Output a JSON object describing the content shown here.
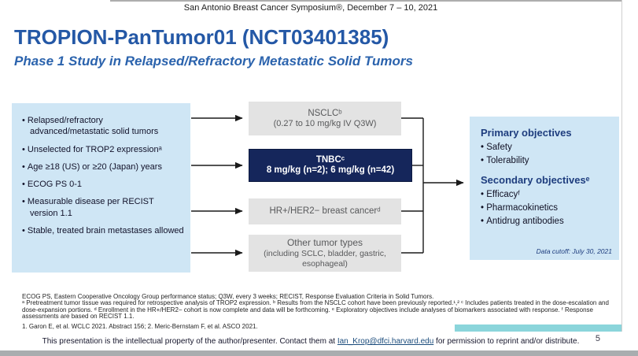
{
  "header": {
    "symposium": "San Antonio Breast Cancer Symposium®, December 7 – 10, 2021"
  },
  "title": "TROPION-PanTumor01 (NCT03401385)",
  "subtitle": "Phase 1 Study in Relapsed/Refractory Metastatic Solid Tumors",
  "eligibility_box": {
    "items": [
      "Relapsed/refractory advanced/metastatic solid tumors",
      "Unselected for TROP2 expressionᵃ",
      "Age ≥18 (US) or ≥20 (Japan) years",
      "ECOG PS 0-1",
      "Measurable disease per RECIST version 1.1",
      "Stable, treated brain metastases allowed"
    ]
  },
  "cohorts": [
    {
      "title": "NSCLCᵇ",
      "detail": "(0.27 to 10 mg/kg IV Q3W)"
    },
    {
      "title": "TNBCᶜ",
      "detail": "8 mg/kg (n=2); 6 mg/kg (n=42)"
    },
    {
      "title": "HR+/HER2− breast cancerᵈ",
      "detail": ""
    },
    {
      "title": "Other tumor types",
      "detail": "(including SCLC, bladder, gastric, esophageal)"
    }
  ],
  "objectives_box": {
    "primary_heading": "Primary objectives",
    "primary_items": [
      "Safety",
      "Tolerability"
    ],
    "secondary_heading": "Secondary objectivesᵉ",
    "secondary_items": [
      "Efficacyᶠ",
      "Pharmacokinetics",
      "Antidrug antibodies"
    ],
    "data_cutoff": "Data cutoff: July 30, 2021"
  },
  "footnotes": {
    "abbreviations": "ECOG PS, Eastern Cooperative Oncology Group performance status; Q3W, every 3 weeks; RECIST, Response Evaluation Criteria in Solid Tumors.",
    "notes": "ᵃ Pretreatment tumor tissue was required for retrospective analysis of TROP2 expression. ᵇ Results from the NSCLC cohort have been previously reported.¹,² ᶜ Includes patients treated in the dose-escalation and dose-expansion portions. ᵈ Enrollment in the HR+/HER2− cohort is now complete and data will be forthcoming. ᵉ Exploratory objectives include analyses of biomarkers associated with response. ᶠ Response assessments are based on RECIST 1.1.",
    "references": "1. Garon E, et al. WCLC 2021. Abstract 156; 2. Meric-Bernstam F, et al. ASCO 2021."
  },
  "footer": {
    "text_before_link": "This presentation is the intellectual property of the author/presenter. Contact them at ",
    "link": "Ian_Krop@dfci.harvard.edu",
    "text_after_link": " for permission to reprint and/or distribute.",
    "page_number": "5"
  },
  "colors": {
    "accent_blue": "#2458a6",
    "subtitle_blue": "#2b63ad",
    "heading_navy": "#1e3d7e",
    "light_blue": "#cfe6f5",
    "navy_box": "#15265b",
    "gray_box": "#e3e3e3",
    "gray_box_text": "#58595b",
    "teal_bar": "#8bd5db"
  }
}
